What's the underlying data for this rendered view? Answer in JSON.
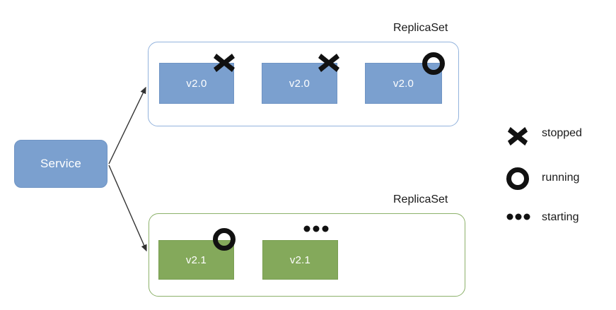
{
  "diagram": {
    "title_hidden": "",
    "service": {
      "label": "Service"
    },
    "replicasets": [
      {
        "title": "ReplicaSet",
        "color": "#7ba0cf",
        "border_color": "#93b3dd",
        "pods": [
          {
            "label": "v2.0",
            "status": "stopped",
            "status_icon": "cross-icon"
          },
          {
            "label": "v2.0",
            "status": "stopped",
            "status_icon": "cross-icon"
          },
          {
            "label": "v2.0",
            "status": "running",
            "status_icon": "circle-icon"
          }
        ]
      },
      {
        "title": "ReplicaSet",
        "color": "#84a95b",
        "border_color": "#8cb16a",
        "pods": [
          {
            "label": "v2.1",
            "status": "running",
            "status_icon": "circle-icon"
          },
          {
            "label": "v2.1",
            "status": "starting",
            "status_icon": "dots-icon"
          }
        ]
      }
    ],
    "arrows": [
      {
        "name": "service-to-replicaset-v20",
        "from": "Service",
        "to": "ReplicaSet v2.0"
      },
      {
        "name": "service-to-replicaset-v21",
        "from": "Service",
        "to": "ReplicaSet v2.1"
      }
    ],
    "legend": [
      {
        "icon": "cross-icon",
        "label": "stopped"
      },
      {
        "icon": "circle-icon",
        "label": "running"
      },
      {
        "icon": "dots-icon",
        "label": "starting"
      }
    ]
  },
  "colors": {
    "blue_fill": "#7ba0cf",
    "blue_stroke": "#93b3dd",
    "green_fill": "#84a95b",
    "green_stroke": "#8cb16a",
    "glyph_black": "#1a1a1a",
    "text_dark": "#1a1a1a",
    "text_light": "#ffffff",
    "arrow_stroke": "#404040",
    "background": "#ffffff"
  }
}
